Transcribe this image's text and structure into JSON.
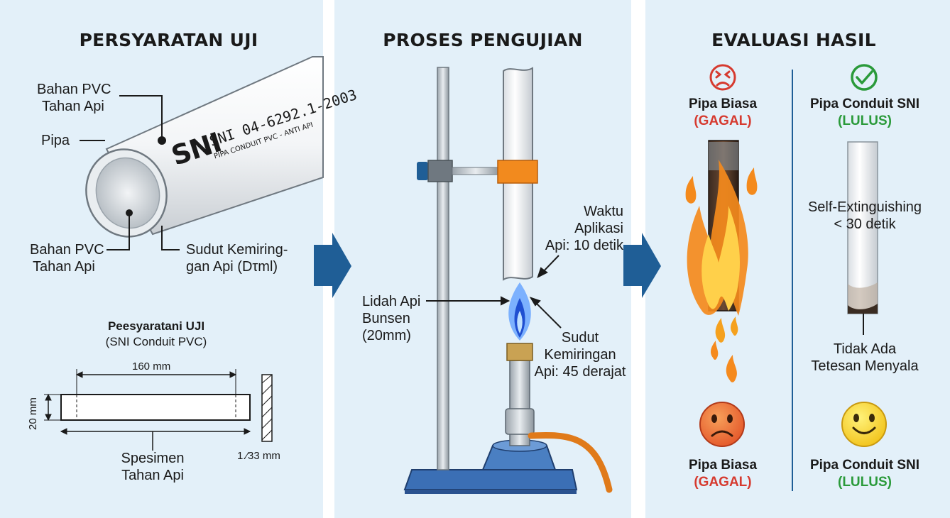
{
  "panel1": {
    "heading": "PERSYARATAN UJI",
    "label_bahan_top": [
      "Bahan PVC",
      "Tahan Api"
    ],
    "label_pipa": "Pipa",
    "label_bahan_bottom": [
      "Bahan PVC",
      "Tahan Api"
    ],
    "label_sudut": [
      "Sudut Kemiring-",
      "gan Api (Dτml)"
    ],
    "pipe_logo": "SNI",
    "pipe_print_1": "SNI 04-6292.1-2003",
    "pipe_print_2": "PIPA CONDUIT PVC - ANTI API",
    "spec_title": "Peesyaratani UJI",
    "spec_subtitle": "(SNI Conduit PVC)",
    "dim_length": "160 mm",
    "dim_diameter": "20 mm",
    "dim_thickness": "1.⁄33 mm",
    "spec_label": [
      "Spesimen",
      "Tahan Api"
    ]
  },
  "panel2": {
    "heading": "PROSES PENGUJIAN",
    "label_waktu": [
      "Waktu",
      "Aplikasi",
      "Api: 10 detik"
    ],
    "label_lidah": [
      "Lidah Api",
      "Bunsen",
      "(20mm)"
    ],
    "label_sudut": [
      "Sudut",
      "Kemiringan",
      "Api: 45 derajat"
    ]
  },
  "panel3": {
    "heading": "EVALUASI HASIL",
    "left_title": "Pipa Biasa",
    "left_status": "(GAGAL)",
    "right_title": "Pipa Conduit SNI",
    "right_status": "(LULUS)",
    "self_ext": [
      "Self-Extinguishing",
      "< 30 detik"
    ],
    "no_drip": [
      "Tidak Ada",
      "Tetesan Menyala"
    ],
    "left_title_bottom": "Pipa Biasa",
    "left_status_bottom": "(GAGAL)",
    "right_title_bottom": "Pipa Conduit SNI",
    "right_status_bottom": "(LULUS)"
  },
  "colors": {
    "panel_bg": "#e3f0f9",
    "arrow_blue": "#1f5e96",
    "fail_red": "#d63a2f",
    "pass_green": "#2a9a3a",
    "clamp_orange": "#f28a1e",
    "burner_blue": "#3a6fb5"
  },
  "icons": [
    "frown-circle-icon",
    "check-circle-icon",
    "sad-face-icon",
    "smiley-face-icon",
    "arrow-right-icon",
    "flame-icon"
  ]
}
